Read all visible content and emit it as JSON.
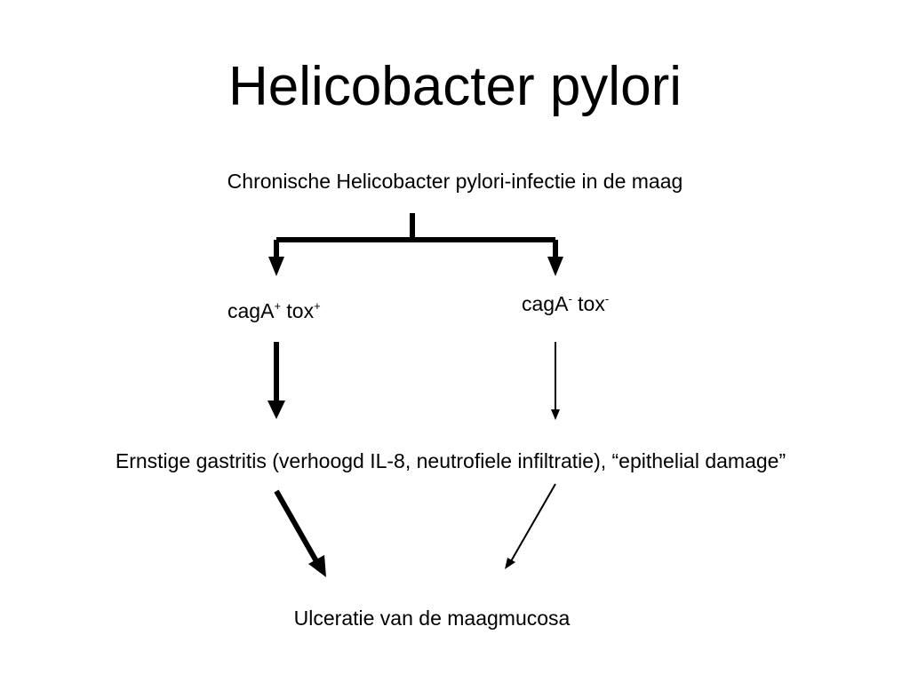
{
  "title": "Helicobacter pylori",
  "nodes": {
    "top": "Chronische Helicobacter pylori-infectie in de maag",
    "left": {
      "gene1": "cagA",
      "gene1_sup": "+",
      "gene2": "tox",
      "gene2_sup": "+"
    },
    "right": {
      "gene1": "cagA",
      "gene1_sup": "-",
      "gene2": "tox",
      "gene2_sup": "-"
    },
    "middle": "Ernstige gastritis (verhoogd IL-8, neutrofiele infiltratie), “epithelial damage”",
    "bottom": "Ulceratie van de maagmucosa"
  },
  "colors": {
    "background": "#ffffff",
    "text": "#000000",
    "arrows": "#000000"
  }
}
